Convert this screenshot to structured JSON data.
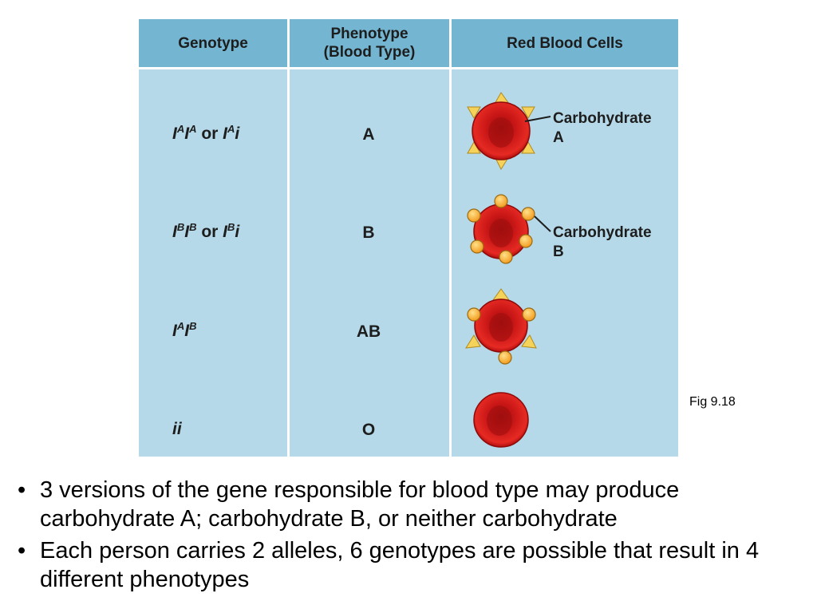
{
  "table": {
    "headers": {
      "genotype": "Genotype",
      "phenotype_line1": "Phenotype",
      "phenotype_line2": "(Blood Type)",
      "cells": "Red Blood Cells"
    },
    "rows": [
      {
        "genotype": {
          "a1": "I",
          "s1": "A",
          "a2": "I",
          "s2": "A",
          "or": "or",
          "a3": "I",
          "s3": "A",
          "tail": "i"
        },
        "phenotype": "A",
        "label_line1": "Carbohydrate",
        "label_line2": "A"
      },
      {
        "genotype": {
          "a1": "I",
          "s1": "B",
          "a2": "I",
          "s2": "B",
          "or": "or",
          "a3": "I",
          "s3": "B",
          "tail": "i"
        },
        "phenotype": "B",
        "label_line1": "Carbohydrate",
        "label_line2": "B"
      },
      {
        "genotype": {
          "a1": "I",
          "s1": "A",
          "a2": "I",
          "s2": "B"
        },
        "phenotype": "AB"
      },
      {
        "genotype": {
          "text": "ii"
        },
        "phenotype": "O"
      }
    ]
  },
  "figure_label": "Fig 9.18",
  "bullets": [
    "3 versions of the gene responsible for blood type may produce carbohydrate A; carbohydrate B, or neither carbohydrate",
    "Each person carries 2 alleles, 6 genotypes are possible that result in 4 different phenotypes"
  ],
  "bullet_glyph": "•",
  "colors": {
    "header_bg": "#74b6d2",
    "body_bg": "#b5d9e8",
    "cell_red": "#d81e1e",
    "carb_a": "#f5d35a",
    "carb_b": "#f5a623"
  }
}
